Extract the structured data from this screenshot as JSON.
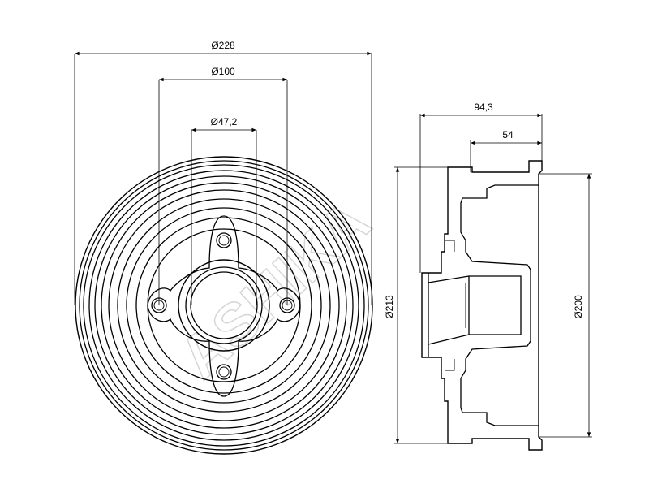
{
  "watermark": "ASHIKA",
  "front_view": {
    "dimensions": {
      "outer_diameter": "Ø228",
      "bolt_circle_diameter": "Ø100",
      "center_bore_diameter": "Ø47,2"
    },
    "bolt_holes": 4
  },
  "side_view": {
    "dimensions": {
      "overall_height": "94,3",
      "hub_height": "54",
      "outer_diameter": "Ø213",
      "inner_diameter": "Ø200"
    }
  }
}
